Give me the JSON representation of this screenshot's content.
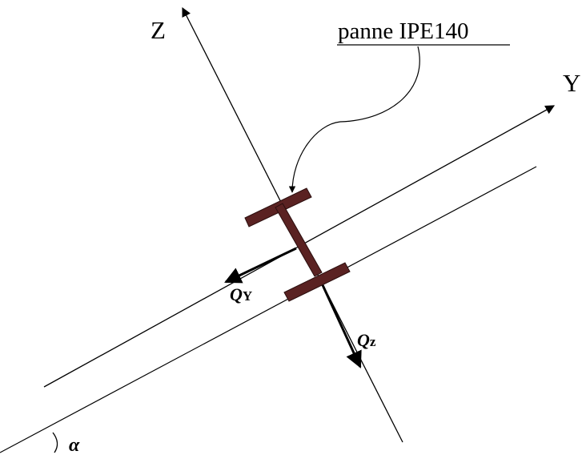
{
  "labels": {
    "z_axis": "Z",
    "y_axis": "Y",
    "purlin": "panne IPE140",
    "force_y_main": "Q",
    "force_y_sub": "Y",
    "force_z_main": "Q",
    "force_z_sub": "z",
    "angle": "α"
  },
  "colors": {
    "beam": "#5a2222",
    "beam_stroke": "#2a0e0e",
    "line": "#000000"
  }
}
